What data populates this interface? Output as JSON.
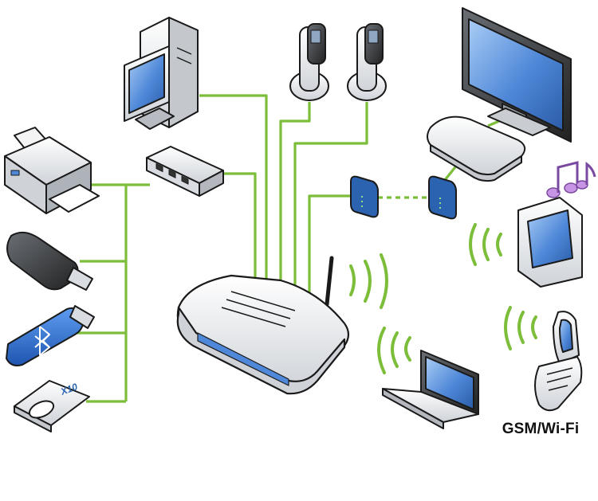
{
  "labels": {
    "gsm_wifi": "GSM/Wi-Fi",
    "x10_remote": "X10"
  },
  "colors": {
    "link": "#7cbd3a",
    "device_light": "#eef0f2",
    "device_outline": "#1a1a1a",
    "screen_blue": "#4f88d8",
    "plc_blue": "#2b63b0",
    "bluetooth_blue": "#1f63c9",
    "music_note": "#c894e4"
  },
  "devices": [
    {
      "name": "router",
      "icon": "router-icon"
    },
    {
      "name": "desktop-computer",
      "icon": "desktop-computer-icon"
    },
    {
      "name": "cordless-phone-1",
      "icon": "cordless-phone-icon"
    },
    {
      "name": "cordless-phone-2",
      "icon": "cordless-phone-icon"
    },
    {
      "name": "network-switch",
      "icon": "network-switch-icon"
    },
    {
      "name": "printer",
      "icon": "printer-icon"
    },
    {
      "name": "usb-flash-drive",
      "icon": "usb-drive-icon"
    },
    {
      "name": "bluetooth-dongle",
      "icon": "bluetooth-icon"
    },
    {
      "name": "x10-remote",
      "icon": "x10-remote-icon"
    },
    {
      "name": "powerline-adapter-1",
      "icon": "powerline-adapter-icon"
    },
    {
      "name": "powerline-adapter-2",
      "icon": "powerline-adapter-icon"
    },
    {
      "name": "tv-monitor",
      "icon": "tv-monitor-icon"
    },
    {
      "name": "set-top-box",
      "icon": "set-top-box-icon"
    },
    {
      "name": "wifi-radio",
      "icon": "wifi-radio-icon"
    },
    {
      "name": "music-notes",
      "icon": "music-notes-icon"
    },
    {
      "name": "laptop",
      "icon": "laptop-icon"
    },
    {
      "name": "flip-phone",
      "icon": "flip-phone-icon"
    }
  ]
}
